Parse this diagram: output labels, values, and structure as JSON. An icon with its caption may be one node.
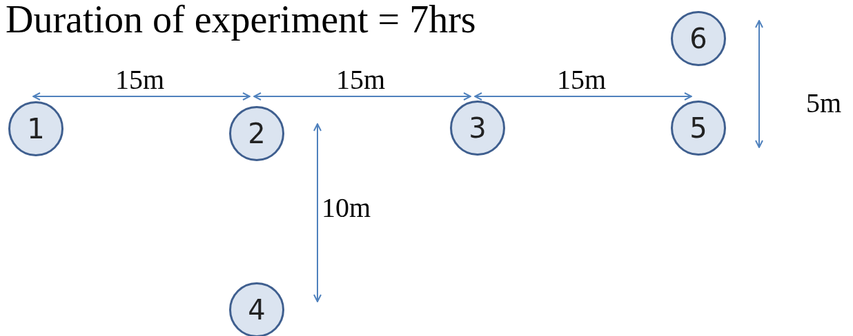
{
  "diagram": {
    "title": "Duration of experiment = 7hrs",
    "nodes": [
      {
        "text": [
          "6"
        ]
      },
      {
        "text": [
          "1"
        ]
      },
      {
        "text": [
          "2"
        ]
      },
      {
        "text": [
          "3"
        ]
      },
      {
        "text": [
          "5"
        ]
      },
      {
        "text": [
          "4"
        ]
      }
    ],
    "edges": [
      {
        "from": 1,
        "to": 2,
        "arrow": "both",
        "label": "15m"
      },
      {
        "from": 2,
        "to": 3,
        "arrow": "both",
        "label": "15m"
      },
      {
        "from": 3,
        "to": 4,
        "arrow": "both",
        "label": "15m"
      }
    ],
    "labels": [
      "5m",
      "10m"
    ]
  }
}
